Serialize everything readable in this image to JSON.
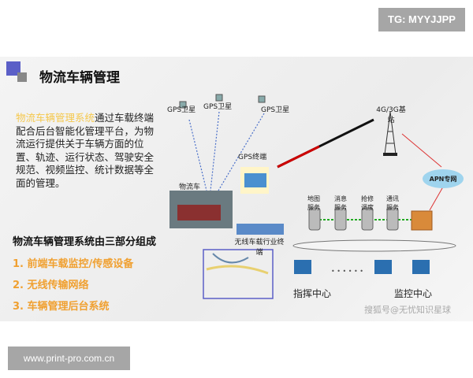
{
  "tag": "TG: MYYJJPP",
  "website": "www.print-pro.com.cn",
  "slide": {
    "title": "物流车辆管理",
    "description_highlight": "物流车辆管理系统",
    "description_rest": "通过车载终端配合后台智能化管理平台，为物流运行提供关于车辆方面的位置、轨迹、运行状态、驾驶安全规范、视频监控、统计数据等全面的管理。",
    "subtitle": "物流车辆管理系统由三部分组成",
    "items": [
      "1. 前端车载监控/传感设备",
      "2. 无线传输网络",
      "3. 车辆管理后台系统"
    ],
    "diagram": {
      "satellites": [
        "GPS卫星",
        "GPS卫星",
        "GPS卫星"
      ],
      "truck": "物流车",
      "gps_terminal": "GPS终端",
      "wireless_terminal": "无线车载行业终端",
      "base_station": "4G/3G基站",
      "apn": "APN专网",
      "servers": [
        "地图服务",
        "消息服务",
        "抢修调度",
        "通讯服务"
      ],
      "command_center": "指挥中心",
      "monitor_center": "监控中心",
      "dots": "• • • • • •"
    },
    "watermark": "搜狐号@无忧知识星球"
  },
  "colors": {
    "highlight": "#f5c84c",
    "list": "#f0a030",
    "accent": "#5b5fc7"
  }
}
